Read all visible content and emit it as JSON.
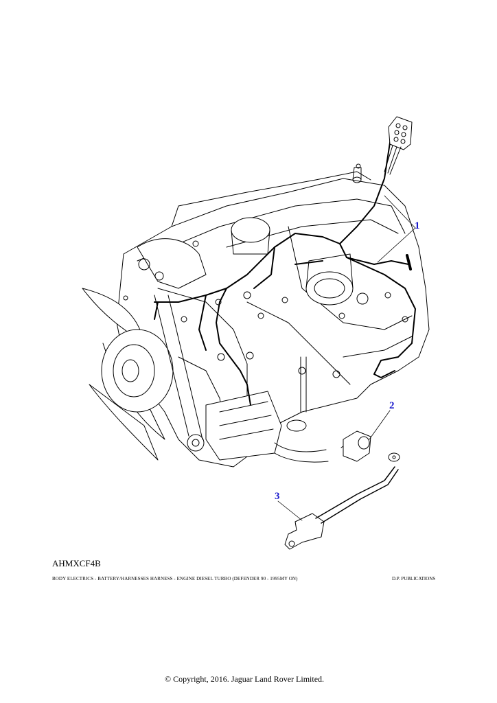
{
  "diagram": {
    "callouts": [
      {
        "label": "1"
      },
      {
        "label": "2"
      },
      {
        "label": "3"
      }
    ],
    "callout_color": "#1a1acc",
    "line_color": "#000000"
  },
  "footer": {
    "code": "AHMXCF4B",
    "caption": "BODY ELECTRICS - BATTERY/HARNESSES HARNESS - ENGINE DIESEL TURBO (DEFENDER 90 - 1995MY ON)",
    "publisher": "D.P. PUBLICATIONS",
    "copyright": "© Copyright, 2016. Jaguar Land Rover Limited."
  }
}
